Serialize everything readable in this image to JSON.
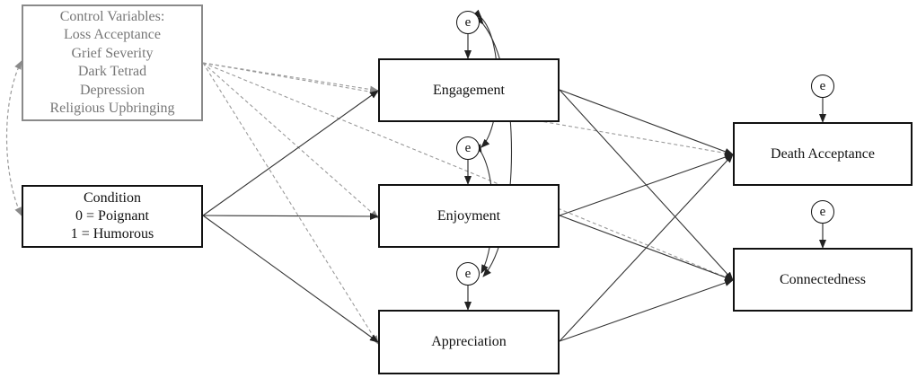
{
  "control": {
    "title": "Control Variables:",
    "items": [
      "Loss Acceptance",
      "Grief Severity",
      "Dark Tetrad",
      "Depression",
      "Religious Upbringing"
    ]
  },
  "condition": {
    "title": "Condition",
    "line1": "0 = Poignant",
    "line2": "1 = Humorous"
  },
  "mediators": {
    "engagement": "Engagement",
    "enjoyment": "Enjoyment",
    "appreciation": "Appreciation"
  },
  "outcomes": {
    "death_acceptance": "Death Acceptance",
    "connectedness": "Connectedness"
  },
  "error_label": "e",
  "colors": {
    "solid_path": "#333333",
    "control_path": "#9a9a9a",
    "control_border": "#8a8a8a"
  }
}
